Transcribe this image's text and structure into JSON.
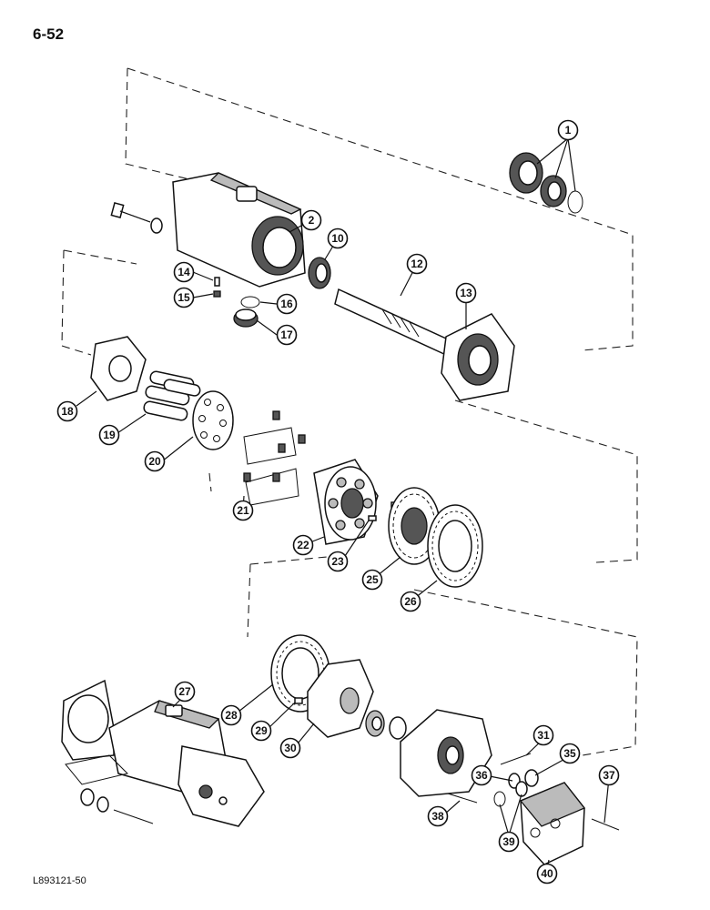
{
  "page_number": "6-52",
  "drawing_code": "L893121-50",
  "callouts": [
    "1",
    "2",
    "10",
    "12",
    "13",
    "14",
    "15",
    "16",
    "17",
    "18",
    "19",
    "20",
    "21",
    "22",
    "23",
    "25",
    "26",
    "27",
    "28",
    "29",
    "30",
    "31",
    "35",
    "36",
    "37",
    "38",
    "39",
    "40"
  ]
}
